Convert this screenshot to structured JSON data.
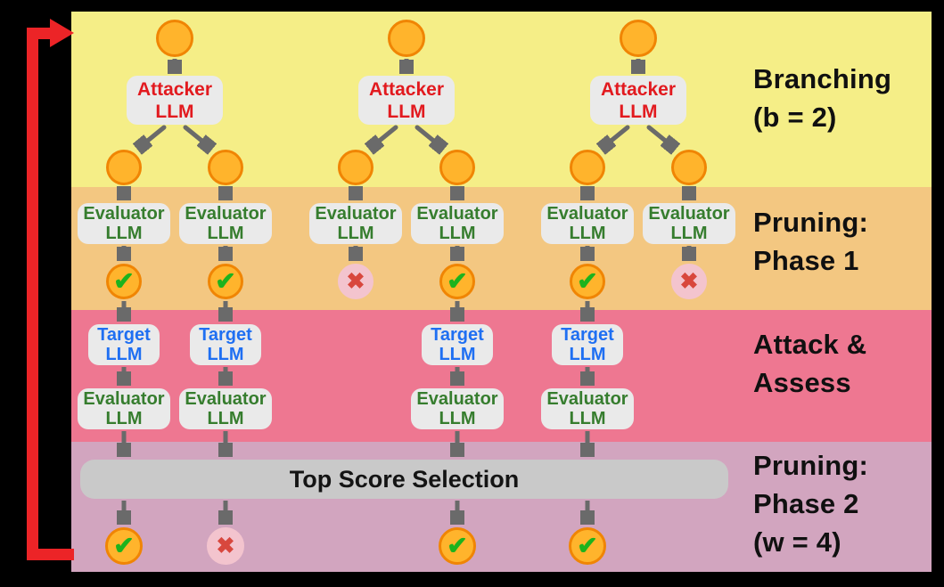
{
  "bands": {
    "branching": {
      "label": "Branching\n(b = 2)"
    },
    "pruning1": {
      "label": "Pruning:\nPhase 1"
    },
    "attack": {
      "label": "Attack &\nAssess"
    },
    "pruning2": {
      "label": "Pruning:\nPhase 2\n(w = 4)"
    }
  },
  "nodes": {
    "attacker": "Attacker\nLLM",
    "evaluator": "Evaluator\nLLM",
    "target": "Target\nLLM"
  },
  "selection_bar": {
    "label": "Top Score Selection"
  },
  "marks": {
    "phase1": [
      "pass",
      "pass",
      "fail",
      "pass",
      "pass",
      "fail"
    ],
    "phase2": [
      "pass",
      "fail",
      "pass",
      "pass"
    ]
  },
  "icons": {
    "pass": "check-icon",
    "fail": "cross-icon",
    "loop": "feedback-arrow-icon"
  },
  "colors": {
    "background": "#000000",
    "band_branching": "#f5ee87",
    "band_pruning1": "#f3c781",
    "band_attack": "#ee7791",
    "band_pruning2": "#d2a5bf",
    "node_box": "#eaeaea",
    "attacker_text": "#e21a1f",
    "evaluator_text": "#367d2e",
    "target_text": "#1f6ff2",
    "circle_fill": "#ffb42c",
    "circle_stroke": "#f08504",
    "pass_check": "#1db31d",
    "fail_fill": "#f3c4ce",
    "fail_cross": "#d8473d",
    "selection_bar": "#c9c9c9",
    "loop_arrow": "#ec2427",
    "connector": "#6a6a6a"
  }
}
